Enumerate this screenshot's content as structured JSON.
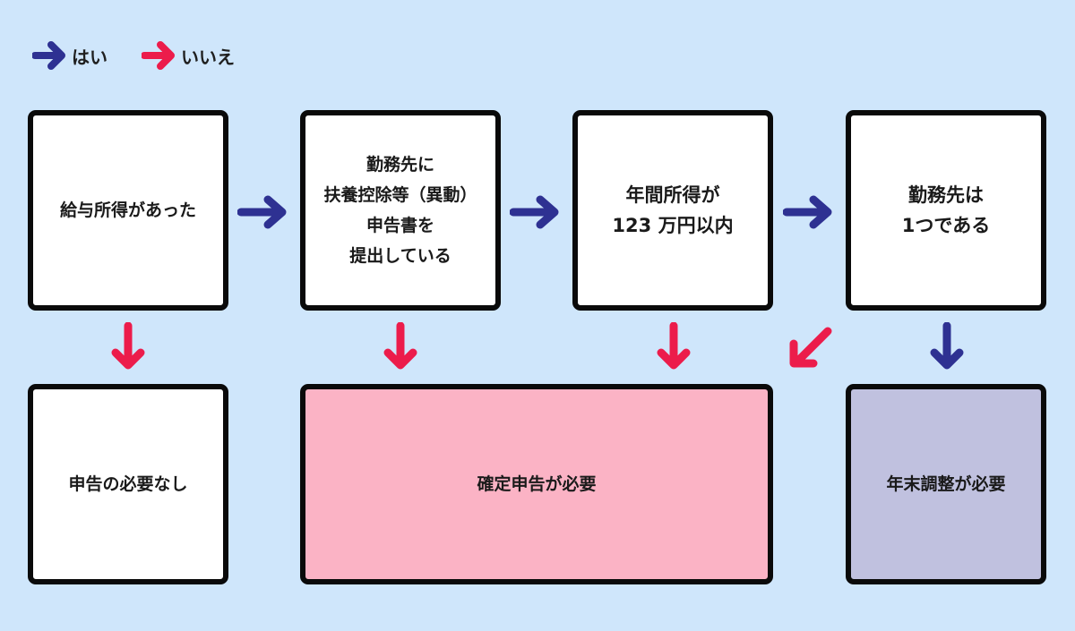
{
  "legend": {
    "yes": {
      "label": "はい",
      "color": "#2e3192"
    },
    "no": {
      "label": "いいえ",
      "color": "#ec1c4b"
    }
  },
  "colors": {
    "background": "#cfe6fb",
    "box_border": "#0a0a0a",
    "box_default": "#ffffff",
    "box_kakutei": "#fbb3c5",
    "box_nenmatsu": "#c0c1df"
  },
  "boxes": {
    "q1": "給与所得があった",
    "q2": "勤務先に\n扶養控除等（異動）\n申告書を\n提出している",
    "q3": "年間所得が\n123 万円以内",
    "q4": "勤務先は\n1つである",
    "r_no_filing": "申告の必要なし",
    "r_kakutei": "確定申告が必要",
    "r_nenmatsu": "年末調整が必要"
  }
}
